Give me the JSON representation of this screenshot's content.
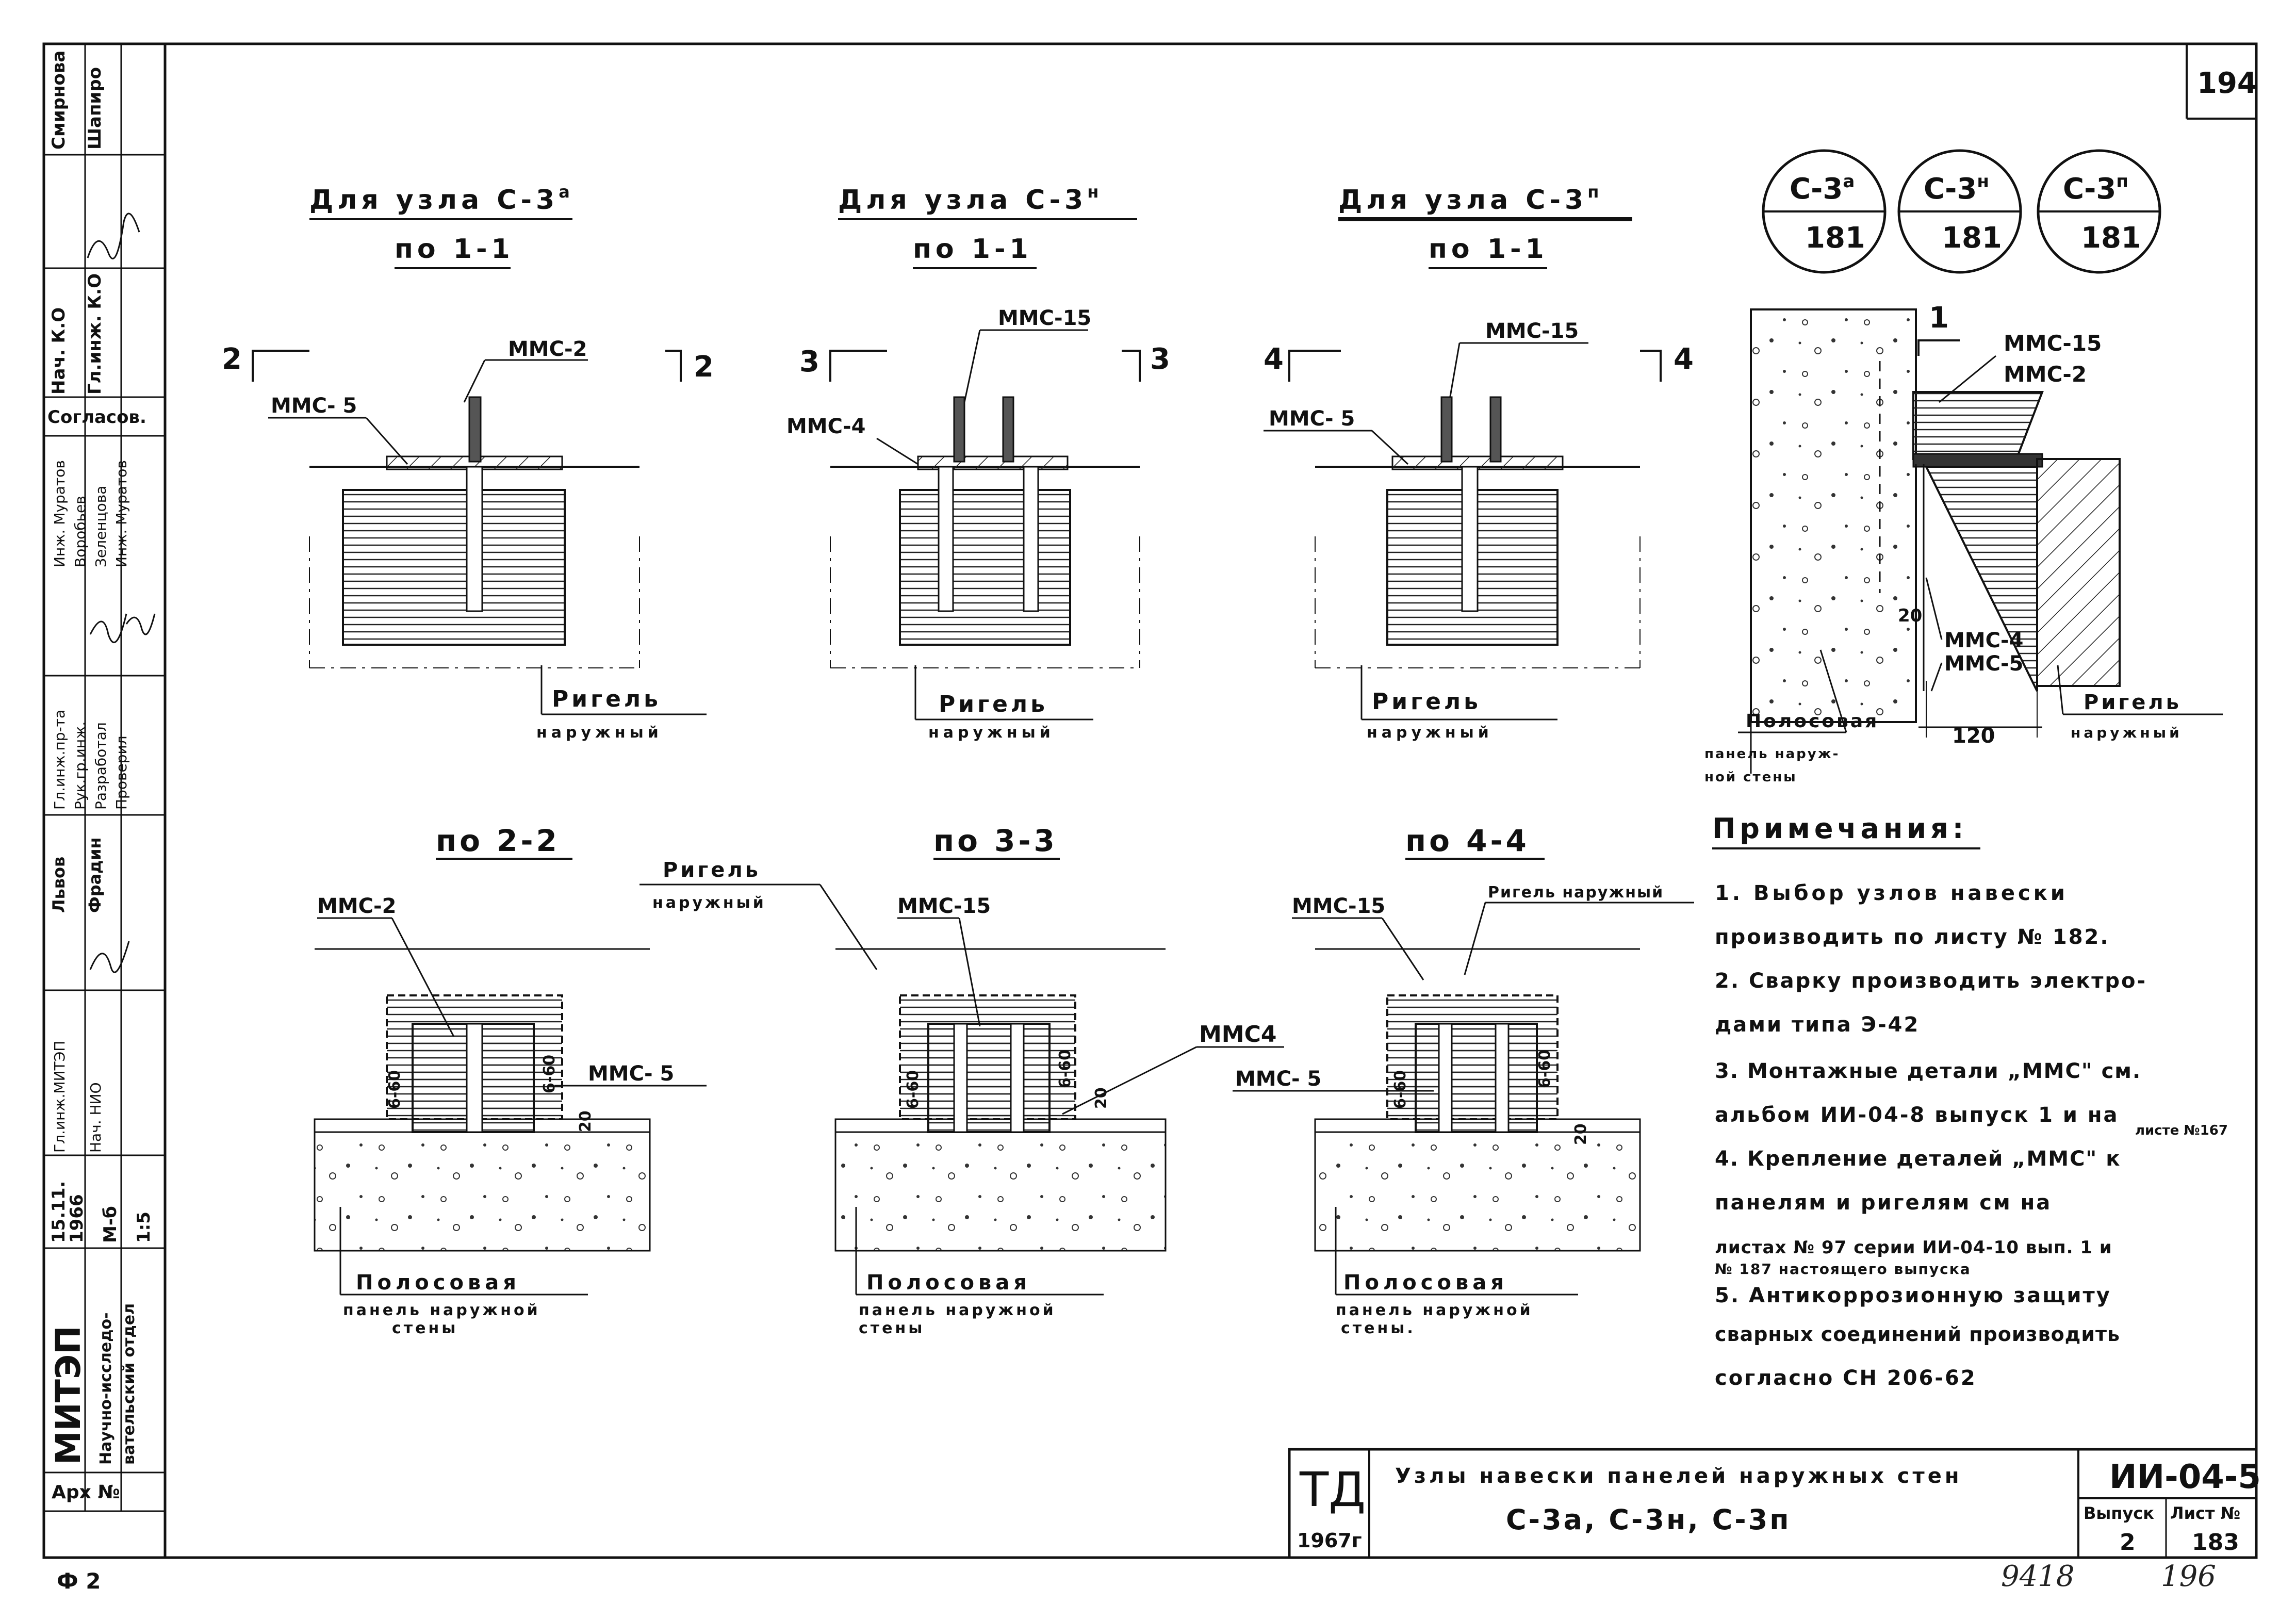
{
  "sheet_number_top": "194",
  "bottom_left_mark": "Ф 2",
  "bottom_handwritten_1": "9418",
  "bottom_handwritten_2": "196",
  "node_circles": [
    {
      "top": "С-3",
      "sup": "а",
      "bottom": "181"
    },
    {
      "top": "С-3",
      "sup": "н",
      "bottom": "181"
    },
    {
      "top": "С-3",
      "sup": "п",
      "bottom": "181"
    }
  ],
  "top_views": [
    {
      "title": "Для узла С-3",
      "sup": "а",
      "subtitle": "по 1-1",
      "cut": "2",
      "labels": [
        "ММС-2",
        "ММС- 5"
      ],
      "beam": [
        "Ригель",
        "наружный"
      ]
    },
    {
      "title": "Для узла С-3",
      "sup": "н",
      "subtitle": "по 1-1",
      "cut": "3",
      "labels": [
        "ММС-15",
        "ММС-4"
      ],
      "beam": [
        "Ригель",
        "наружный"
      ]
    },
    {
      "title": "Для узла С-3",
      "sup": "п",
      "subtitle": "по 1-1",
      "cut": "4",
      "labels": [
        "ММС-15",
        "ММС- 5"
      ],
      "beam": [
        "Ригель",
        "наружный"
      ]
    }
  ],
  "section_views": [
    {
      "title": "по 2-2",
      "labels": [
        "ММС-2",
        "ММС- 5"
      ],
      "dims": [
        "6-60",
        "6-60"
      ],
      "gap": "20",
      "panel": [
        "Полосовая",
        "панель наружной",
        "стены"
      ]
    },
    {
      "title": "по 3-3",
      "labels": [
        "ММС-15",
        "ММС4"
      ],
      "dims": [
        "6-60",
        "6-60"
      ],
      "gap": "20",
      "panel": [
        "Полосовая",
        "панель наружной",
        "стены"
      ],
      "beam": [
        "Ригель",
        "наружный"
      ]
    },
    {
      "title": "по 4-4",
      "labels": [
        "ММС-15",
        "ММС- 5"
      ],
      "dims": [
        "6-60",
        "6-60"
      ],
      "gap": "20",
      "panel": [
        "Полосовая",
        "панель наружной",
        "стены."
      ],
      "beam": "Ригель наружный"
    }
  ],
  "side_section": {
    "cut": "1",
    "labels": [
      "ММС-15",
      "ММС-2",
      "ММС-4",
      "ММС-5"
    ],
    "dims": [
      "20",
      "120"
    ],
    "panel": [
      "Полосовая",
      "панель наруж-",
      "ной стены"
    ],
    "beam": [
      "Ригель",
      "наружный"
    ]
  },
  "notes": {
    "heading": "Примечания:",
    "lines": [
      "1. Выбор узлов навески",
      "производить по листу № 182.",
      "2. Сварку производить электро-",
      "дами типа Э-42",
      "3. Монтажные детали „ММС\" см.",
      "альбом ИИ-04-8 выпуск 1 и на",
      "листе №167",
      "4. Крепление деталей „ММС\" к",
      "панелям и ригелям см на",
      "листах № 97 серии ИИ-04-10 вып. 1 и",
      "№ 187 настоящего выпуска",
      "5. Антикоррозионную защиту",
      "сварных соединений производить",
      "согласно СН 206-62"
    ]
  },
  "left_stamp": {
    "rows": [
      [
        "Смирнова",
        "Шапиро"
      ],
      [
        "Нач. К.О",
        "Гл.инж. К.О"
      ],
      [
        "Согласов."
      ],
      [
        "Инж. Муратов",
        "Воробьев",
        "Зеленцова",
        "Инж. Муратов"
      ],
      [
        "Гл.инж.пр-та",
        "Рук.гр.инж.",
        "Разработал",
        "Проверил"
      ],
      [
        "Львов",
        "Фрадин"
      ],
      [
        "Гл.инж.МИТЭП",
        "Нач. НИО"
      ],
      [
        "15.11.",
        "1966",
        "М-б",
        "1:5"
      ],
      [
        "МИТЭП"
      ],
      [
        "Научно-исследо-",
        "вательский отдел"
      ],
      [
        "Арх №"
      ]
    ]
  },
  "title_block": {
    "org": "ТД",
    "year": "1967г",
    "title": "Узлы навески панелей наружных стен",
    "nodes": "С-3а,  С-3н,  С-3п",
    "code": "ИИ-04-5",
    "issue_label": "Выпуск",
    "sheet_label": "Лист №",
    "issue": "2",
    "sheet": "183"
  }
}
